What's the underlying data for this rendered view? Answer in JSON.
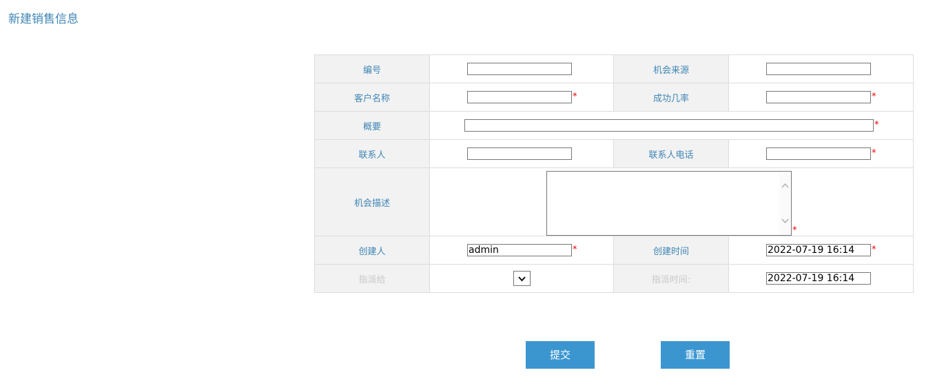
{
  "page": {
    "title": "新建销售信息"
  },
  "form": {
    "rows": [
      {
        "left_label": "编号",
        "left_value": "",
        "left_required": false,
        "right_label": "机会来源",
        "right_value": "",
        "right_required": false
      },
      {
        "left_label": "客户名称",
        "left_value": "",
        "left_required": true,
        "right_label": "成功几率",
        "right_value": "",
        "right_required": true
      },
      {
        "label": "概要",
        "value": "",
        "required": true
      },
      {
        "left_label": "联系人",
        "left_value": "",
        "left_required": false,
        "right_label": "联系人电话",
        "right_value": "",
        "right_required": true
      },
      {
        "label": "机会描述",
        "value": "",
        "required": true
      },
      {
        "left_label": "创建人",
        "left_value": "admin",
        "left_required": true,
        "right_label": "创建时间",
        "right_value": "2022-07-19 16:14",
        "right_required": true
      },
      {
        "left_label": "指派给",
        "left_value": "",
        "left_disabled": true,
        "right_label": "指派时间:",
        "right_value": "2022-07-19 16:14",
        "right_disabled": true
      }
    ],
    "required_mark": "*"
  },
  "buttons": {
    "submit": "提交",
    "reset": "重置"
  },
  "colors": {
    "accent": "#3f86b5",
    "button": "#3b96d0",
    "label_bg": "#f2f2f2",
    "required": "#ee0000"
  }
}
